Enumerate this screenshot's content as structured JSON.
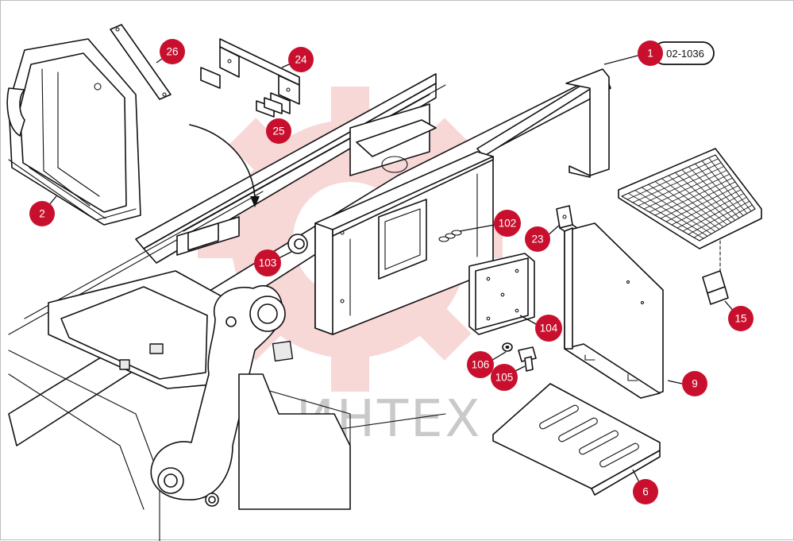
{
  "drawing_number": "02-1036",
  "watermark": {
    "text": "ИНТЕХ",
    "accent_color": "#e24d4d"
  },
  "badge_color": "#c8102e",
  "callouts": [
    {
      "id": "1",
      "label": "1"
    },
    {
      "id": "2",
      "label": "2"
    },
    {
      "id": "6",
      "label": "6"
    },
    {
      "id": "9",
      "label": "9"
    },
    {
      "id": "15",
      "label": "15"
    },
    {
      "id": "23",
      "label": "23"
    },
    {
      "id": "24",
      "label": "24"
    },
    {
      "id": "25",
      "label": "25"
    },
    {
      "id": "26",
      "label": "26"
    },
    {
      "id": "102",
      "label": "102"
    },
    {
      "id": "103",
      "label": "103"
    },
    {
      "id": "104",
      "label": "104"
    },
    {
      "id": "105",
      "label": "105"
    },
    {
      "id": "106",
      "label": "106"
    }
  ]
}
